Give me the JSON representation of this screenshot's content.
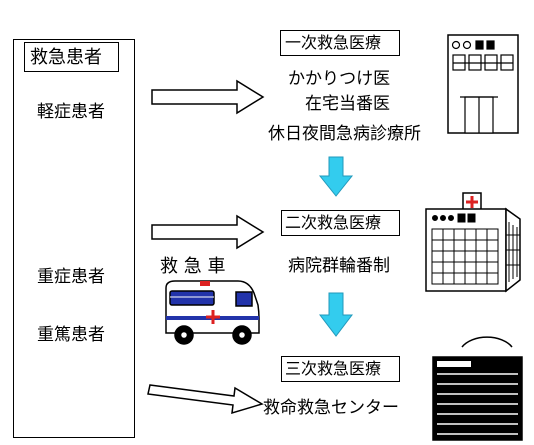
{
  "patients": {
    "header": "救急患者",
    "mild": "軽症患者",
    "severe": "重症患者",
    "critical": "重篤患者"
  },
  "primary": {
    "title": "一次救急医療",
    "items": [
      "かかりつけ医",
      "在宅当番医",
      "休日夜間急病診療所"
    ]
  },
  "secondary": {
    "title": "二次救急医療",
    "item": "病院群輪番制"
  },
  "tertiary": {
    "title": "三次救急医療",
    "item": "救命救急センター"
  },
  "ambulance_label": "救 急 車",
  "icons": {
    "clinic": "clinic-building-icon",
    "hospital": "hospital-building-icon",
    "center": "emergency-center-building-icon",
    "ambulance": "ambulance-icon"
  },
  "colors": {
    "down_arrow": "#33ccee",
    "outline": "#000000",
    "ambulance_blue": "#2233aa",
    "cross_red": "#dd2222"
  }
}
